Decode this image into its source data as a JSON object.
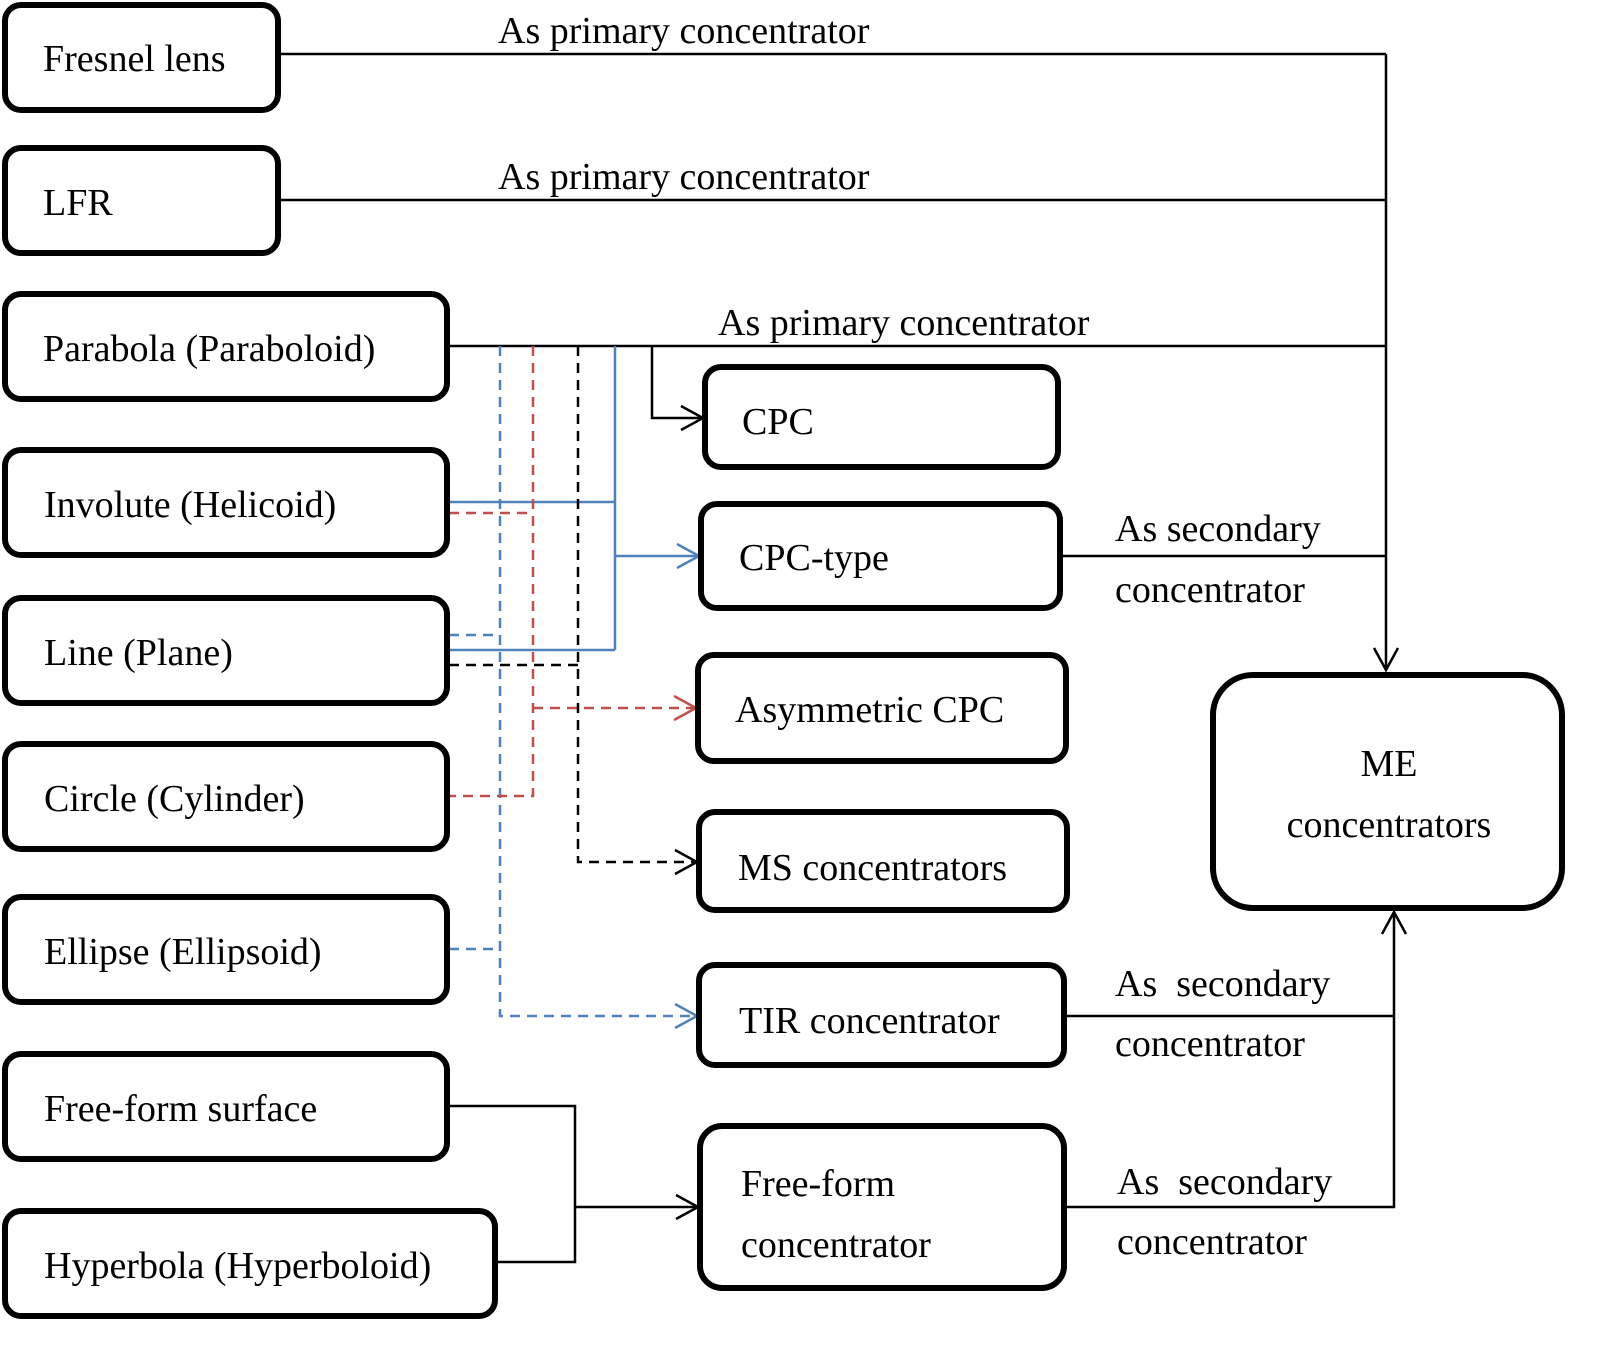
{
  "colors": {
    "box_border": "#000000",
    "connector_black": "#000000",
    "connector_blue": "#4f81bd",
    "connector_red": "#c0504d",
    "background": "#ffffff"
  },
  "boxes": {
    "fresnel_lens": "Fresnel lens",
    "lfr": "LFR",
    "parabola": "Parabola (Paraboloid)",
    "involute": "Involute (Helicoid)",
    "line": "Line (Plane)",
    "circle": "Circle (Cylinder)",
    "ellipse": "Ellipse (Ellipsoid)",
    "freeform_surface": "Free-form surface",
    "hyperbola": "Hyperbola (Hyperboloid)",
    "cpc": "CPC",
    "cpc_type": "CPC-type",
    "asymmetric_cpc": "Asymmetric CPC",
    "ms_concentrators": "MS concentrators",
    "tir_concentrator": "TIR concentrator",
    "freeform_concentrator": [
      "Free-form",
      "concentrator"
    ],
    "me_concentrators": [
      "ME",
      "concentrators"
    ]
  },
  "edge_labels": {
    "primary_1": "As primary concentrator",
    "primary_2": "As primary concentrator",
    "primary_3": "As primary concentrator",
    "secondary_cpc_type": [
      "As secondary",
      "concentrator"
    ],
    "secondary_tir": [
      "As  secondary",
      "concentrator"
    ],
    "secondary_freeform": [
      "As  secondary",
      "concentrator"
    ]
  }
}
